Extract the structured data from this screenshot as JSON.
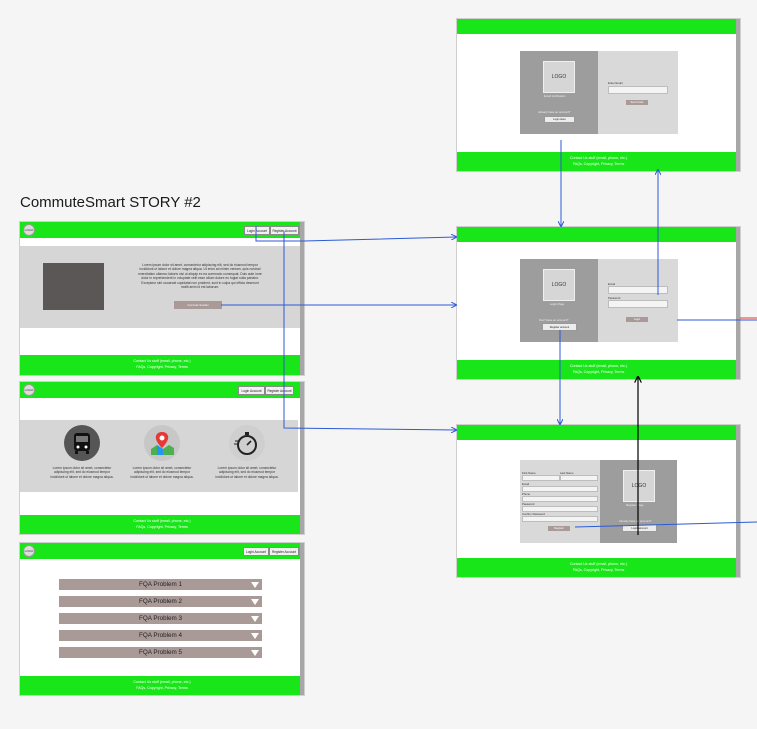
{
  "title": "CommuteSmart STORY #2",
  "colors": {
    "accent": "#19e619",
    "arrow_blue": "#2d5bd6",
    "faq_bar": "#a99a98"
  },
  "header": {
    "logo": "LOGO",
    "login_button": "Login Account",
    "register_button": "Register Account"
  },
  "footer": {
    "line1": "Contact Us stuff (email, phone, etc.)",
    "line2": "FAQs, Copyright, Privacy, Terms"
  },
  "hero": {
    "text": "Lorem ipsum dolor sit amet, consectetur adipiscing elit, sed do eiusmod tempor incididunt ut labore et dolore magna aliqua. Ut enim ad minim veniam, quis nostrud exercitation ullamco laboris nisi ut aliquip ex ea commodo consequat. Duis aute irure dolor in reprehenderit in voluptate velit esse cillum dolore eu fugiat nulla pariatur. Excepteur sint occaecat cupidatat non proident, sunt in culpa qui officia deserunt mollit anim id est laborum.",
    "cta": "Commute Smarter"
  },
  "features": [
    {
      "icon": "bus-icon",
      "text": "Lorem ipsum dolor sit amet, consectetur adipiscing elit, sed do eiusmod tempor incididunt ut labore et dolore magna aliqua."
    },
    {
      "icon": "map-pin-icon",
      "text": "Lorem ipsum dolor sit amet, consectetur adipiscing elit, sed do eiusmod tempor incididunt ut labore et dolore magna aliqua."
    },
    {
      "icon": "stopwatch-icon",
      "text": "Lorem ipsum dolor sit amet, consectetur adipiscing elit, sed do eiusmod tempor incididunt ut labore et dolore magna aliqua."
    }
  ],
  "faq": [
    "FQA Problem 1",
    "FQA Problem 2",
    "FQA Problem 3",
    "FQA Problem 4",
    "FQA Problem 5"
  ],
  "screen_top": {
    "logo": "LOGO",
    "subtitle": "Email Verification",
    "hint": "Already have an account?",
    "left_button": "Login Here",
    "field_label": "Enter Email",
    "right_button": "Send Code"
  },
  "screen_login": {
    "logo": "LOGO",
    "subtitle": "Login Page",
    "hint": "Don't have an account?",
    "left_button": "Register account",
    "email_label": "Email",
    "password_label": "Password",
    "submit": "Login"
  },
  "screen_register": {
    "logo": "LOGO",
    "subtitle": "Register Page",
    "hint": "Already have an account?",
    "right_button": "Login account",
    "first_name": "First Name",
    "last_name": "Last Name",
    "email": "Email",
    "phone": "Phone",
    "password": "Password",
    "confirm": "Confirm Password",
    "submit": "Register"
  }
}
